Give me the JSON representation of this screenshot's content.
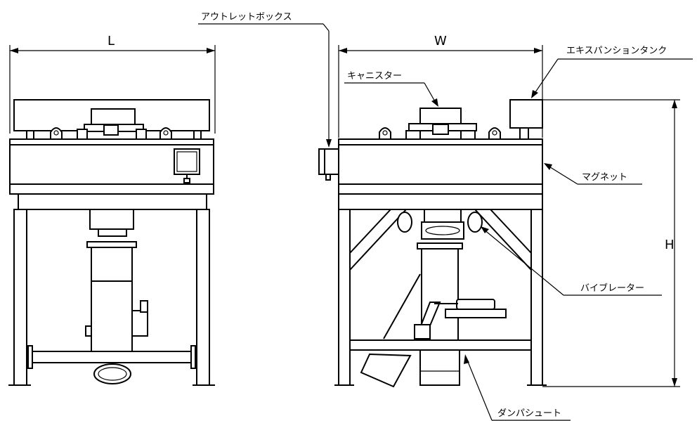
{
  "labels": {
    "outlet_box": "アウトレットボックス",
    "expansion_tank": "エキスパンションタンク",
    "canister": "キャニスター",
    "magnet": "マグネット",
    "vibrator": "バイブレーター",
    "damper_chute": "ダンパシュート"
  },
  "dimensions": {
    "length": "L",
    "width": "W",
    "height": "H"
  },
  "colors": {
    "line": "#000000",
    "background": "#ffffff"
  }
}
